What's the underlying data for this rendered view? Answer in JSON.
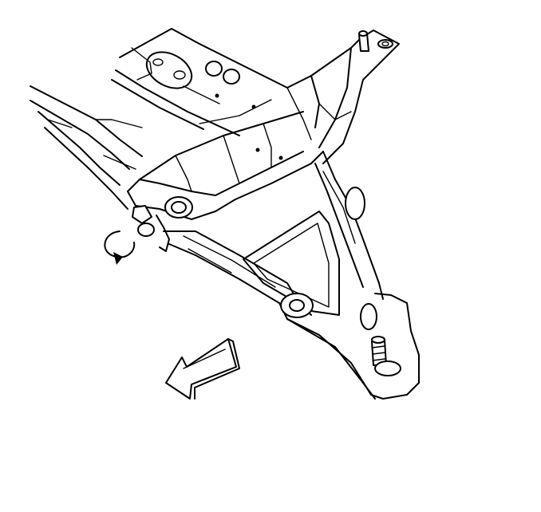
{
  "figure": {
    "kind": "technical-line-drawing",
    "subject-icons": [
      "lower-control-arm",
      "frame-crossmember",
      "ball-joint-stud",
      "pivot-bolt",
      "rotation-arrow-icon",
      "direction-arrow-icon"
    ],
    "colors": {
      "line": "#000000",
      "background": "#ffffff"
    }
  }
}
